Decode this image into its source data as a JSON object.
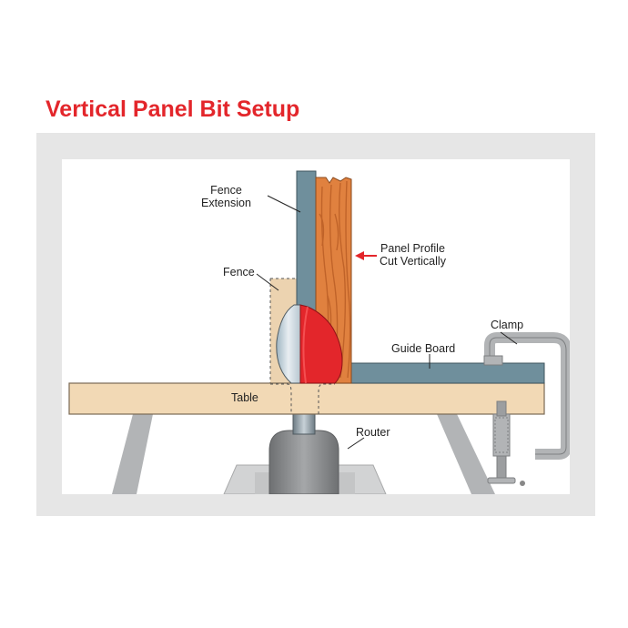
{
  "title": "Vertical Panel Bit Setup",
  "labels": {
    "fence_extension_line1": "Fence",
    "fence_extension_line2": "Extension",
    "panel_profile_line1": "Panel Profile",
    "panel_profile_line2": "Cut Vertically",
    "fence": "Fence",
    "clamp": "Clamp",
    "guide_board": "Guide Board",
    "table": "Table",
    "router": "Router"
  },
  "colors": {
    "title": "#e3262b",
    "frame": "#e6e6e6",
    "wood_table": "#f2d9b5",
    "fence_extension": "#6f8f9c",
    "panel_wood": "#e0813f",
    "bit_red": "#e3262b",
    "router_gray": "#8a8c8e",
    "arrow": "#e3262b"
  }
}
